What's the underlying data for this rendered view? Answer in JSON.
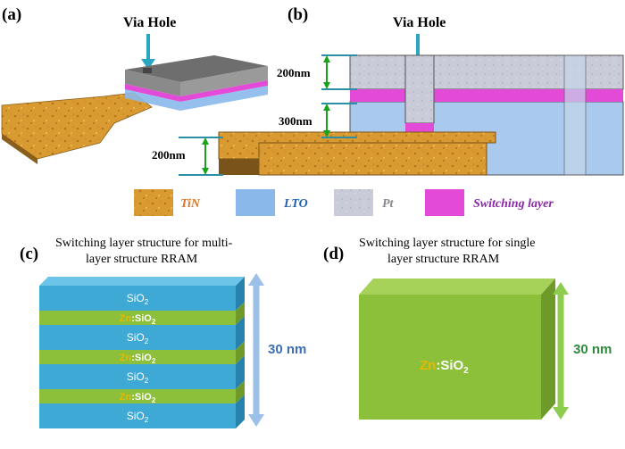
{
  "panels": {
    "a": {
      "label": "(a)",
      "via_hole": "Via Hole"
    },
    "b": {
      "label": "(b)",
      "via_hole": "Via Hole",
      "dims": [
        "200nm",
        "300nm",
        "200nm"
      ]
    },
    "c": {
      "label": "(c)",
      "title_line1": "Switching  layer  structure  for  multi-",
      "title_line2": "layer structure RRAM",
      "thickness": "30 nm",
      "layers": [
        {
          "text": "SiO",
          "sub": "2",
          "dopant": ""
        },
        {
          "text": ":SiO",
          "sub": "2",
          "dopant": "Zn"
        },
        {
          "text": "SiO",
          "sub": "2",
          "dopant": ""
        },
        {
          "text": ":SiO",
          "sub": "2",
          "dopant": "Zn"
        },
        {
          "text": "SiO",
          "sub": "2",
          "dopant": ""
        },
        {
          "text": ":SiO",
          "sub": "2",
          "dopant": "Zn"
        },
        {
          "text": "SiO",
          "sub": "2",
          "dopant": ""
        }
      ]
    },
    "d": {
      "label": "(d)",
      "title_line1": "Switching layer structure for single",
      "title_line2": "layer structure RRAM",
      "thickness": "30 nm",
      "layer": {
        "text": ":SiO",
        "sub": "2",
        "dopant": "Zn"
      }
    }
  },
  "legend": [
    {
      "label": "TiN",
      "color": "#d99a32"
    },
    {
      "label": "LTO",
      "color": "#8ab8ea"
    },
    {
      "label": "Pt",
      "color": "#c8cad8"
    },
    {
      "label": "Switching layer",
      "color": "#e34ad8"
    }
  ],
  "colors": {
    "tin": "#d99a32",
    "lto": "#a9c9ef",
    "pt": "#c8cad8",
    "switching": "#e34ad8",
    "sio2": "#3fa9d6",
    "znsio2": "#8cbf3a",
    "dim_arrow": "#1aa31a",
    "dim_line": "#2b8fa6",
    "arrow_c": "#9cc0e8",
    "arrow_d": "#8dcc4c",
    "dopant_text": "#e8b800",
    "thick_c": "#3c6fb8",
    "thick_d": "#2e8b3e"
  }
}
